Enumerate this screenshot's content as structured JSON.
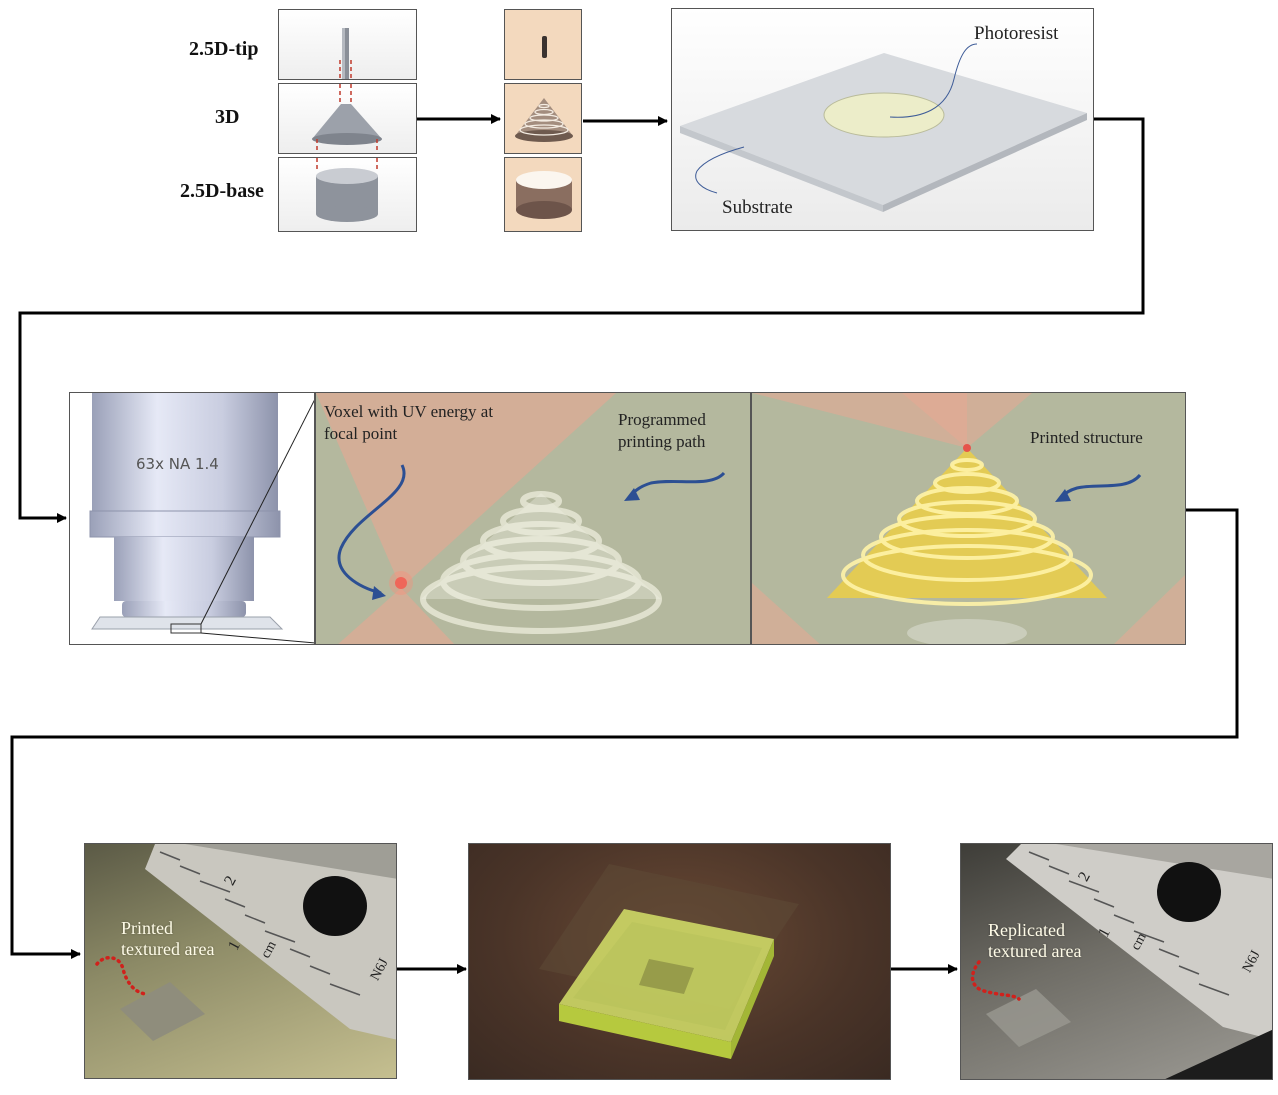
{
  "colors": {
    "connector": "#000000",
    "beige_bg": "#f3d9be",
    "sim_bg": "#b4b89e",
    "laser_red": "#f2a48f",
    "blue_arrow": "#2c4f93",
    "red_dots": "#d0211c",
    "yellow_glow": "#f3d23b"
  },
  "design": {
    "labels": {
      "tip": "2.5D-tip",
      "three_d": "3D",
      "base": "2.5D-base"
    }
  },
  "substrate": {
    "photoresist_label": "Photoresist",
    "substrate_label": "Substrate"
  },
  "printing": {
    "objective_label": "63x NA 1.4",
    "voxel_label_line1": "Voxel with UV energy at",
    "voxel_label_line2": "focal point",
    "path_label_line1": "Programmed",
    "path_label_line2": "printing path",
    "printed_label": "Printed structure"
  },
  "photos": {
    "printed_line1": "Printed",
    "printed_line2": "textured area",
    "replicated_line1": "Replicated",
    "replicated_line2": "textured area",
    "ruler_digit_1": "1",
    "ruler_digit_2": "2",
    "ruler_unit": "cm",
    "ruler_brand": "N6J"
  },
  "icons": {
    "flow_arrow": "arrow-right-icon"
  }
}
